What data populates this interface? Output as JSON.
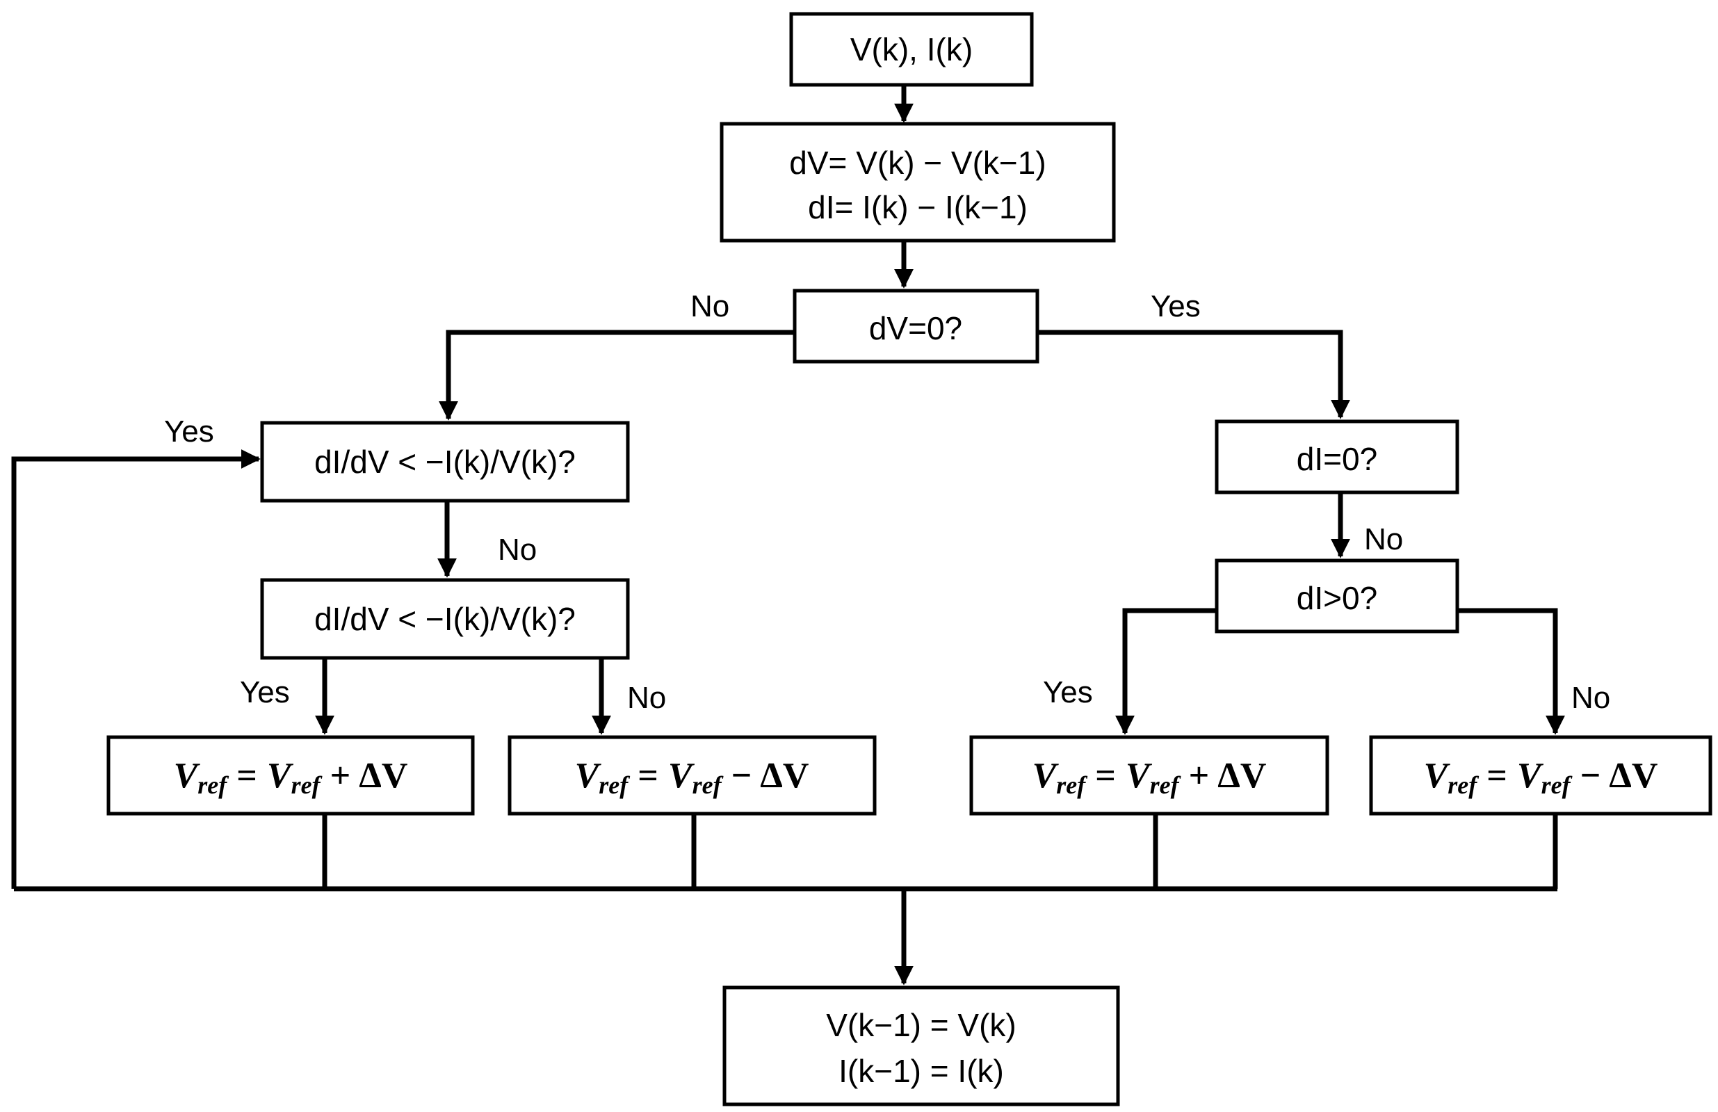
{
  "nodes": {
    "input": {
      "text": "V(k), I(k)"
    },
    "diff": {
      "line1": "dV= V(k) − V(k−1)",
      "line2": "dI= I(k) − I(k−1)"
    },
    "dv_zero": {
      "text": "dV=0?"
    },
    "cond1": {
      "text": "dI/dV < −I(k)/V(k)?"
    },
    "cond2": {
      "text": "dI/dV < −I(k)/V(k)?"
    },
    "di_zero": {
      "text": "dI=0?"
    },
    "di_pos": {
      "text": "dI>0?"
    },
    "update": {
      "line1": "V(k−1) = V(k)",
      "line2": "I(k−1) = I(k)"
    }
  },
  "equations": {
    "var": "V",
    "sub": "ref",
    "eq": "=",
    "plus": "+",
    "minus": "−",
    "delta": "ΔV"
  },
  "labels": {
    "dv_no": "No",
    "dv_yes": "Yes",
    "loop_yes": "Yes",
    "cond1_no": "No",
    "cond2_yes": "Yes",
    "cond2_no": "No",
    "di_no": "No",
    "dipos_yes": "Yes",
    "dipos_no": "No"
  }
}
